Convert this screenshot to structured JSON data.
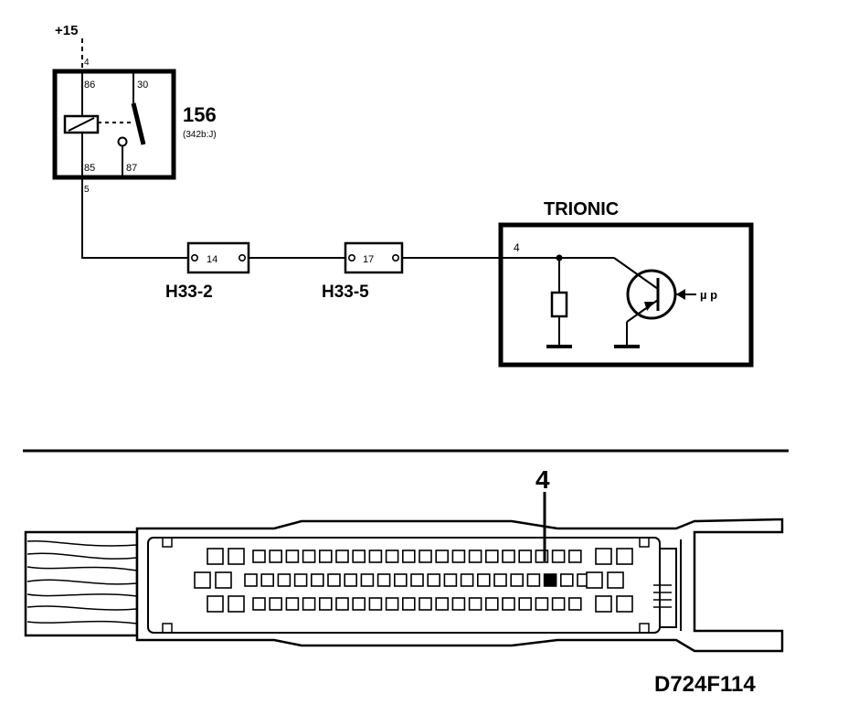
{
  "supply": {
    "label": "+15"
  },
  "relay": {
    "number": "156",
    "reference": "(342b:J)",
    "pins": {
      "p86": "86",
      "p30": "30",
      "p85": "85",
      "p87": "87",
      "top_pin": "4",
      "bottom_pin": "5"
    }
  },
  "connectors": [
    {
      "name": "H33-2",
      "pin": "14"
    },
    {
      "name": "H33-5",
      "pin": "17"
    }
  ],
  "ecu": {
    "title": "TRIONIC",
    "pin": "4",
    "signal": "µ p"
  },
  "connector_view": {
    "pin_callout": "4",
    "rows": [
      {
        "small_pins": 20
      },
      {
        "small_pins": 21
      },
      {
        "small_pins": 20
      }
    ],
    "highlighted_pin": {
      "row": 1,
      "index": 18
    }
  },
  "figure_code": "D724F114"
}
